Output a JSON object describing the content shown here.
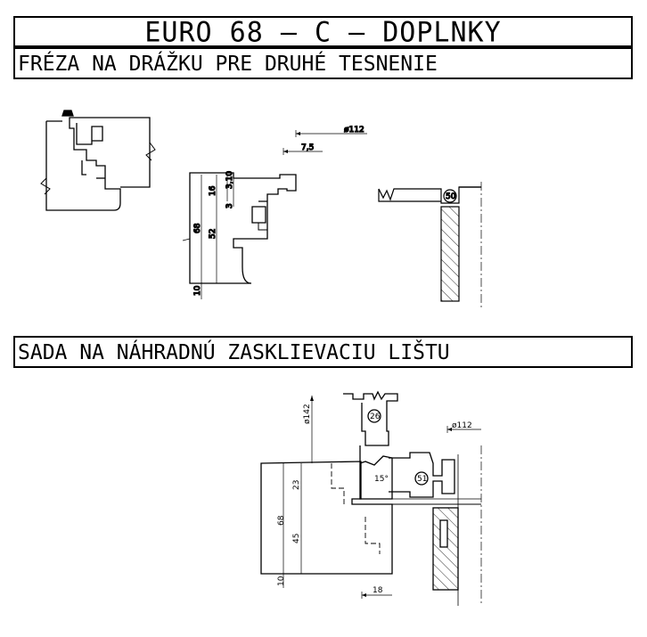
{
  "title": "EURO 68 – C – DOPLNKY",
  "section1": {
    "heading": "FRÉZA NA DRÁŽKU PRE DRUHÉ TESNENIE",
    "labels": {
      "d_cutter": "ø112",
      "dim_7_5": "7,5",
      "dim_16": "16",
      "dim_3_10": "3,10",
      "dim_3": "3",
      "dim_68": "68",
      "dim_52": "52",
      "dim_10": "10",
      "tool_number": "50"
    }
  },
  "section2": {
    "heading": "SADA NA NÁHRADNÚ ZASKLIEVACIU LIŠTU",
    "labels": {
      "d_142": "ø142",
      "tool_26": "26",
      "d_112": "ø112",
      "tool_51": "51",
      "angle": "15°",
      "dim_23": "23",
      "dim_68": "68",
      "dim_45": "45",
      "dim_10": "10",
      "dim_18": "18"
    }
  }
}
